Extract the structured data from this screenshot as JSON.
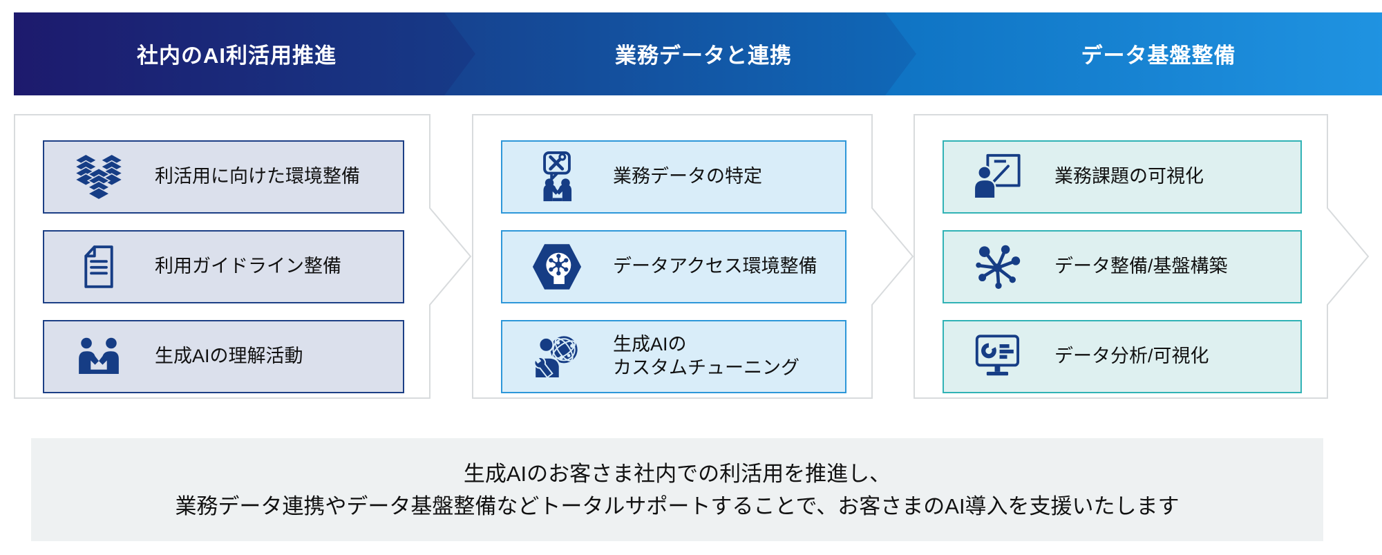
{
  "theme": {
    "banner_gradient_start": "#1d1a6d",
    "banner_gradient_end": "#2196e4",
    "icon_color": "#163d85",
    "panel_outline": "#d8dbdd",
    "footer_bg": "#eef1f2",
    "phase_accents": [
      {
        "card_bg": "#dbe0ec",
        "card_border": "#1c3f85"
      },
      {
        "card_bg": "#d9edf9",
        "card_border": "#2d97d9"
      },
      {
        "card_bg": "#def0f0",
        "card_border": "#30b2b5"
      }
    ]
  },
  "phases": [
    {
      "title": "社内のAI利活用推進",
      "items": [
        {
          "icon": "data-stacks-icon",
          "label": "利活用に向けた環境整備"
        },
        {
          "icon": "guideline-document-icon",
          "label": "利用ガイドライン整備"
        },
        {
          "icon": "people-discussion-icon",
          "label": "生成AIの理解活動"
        }
      ]
    },
    {
      "title": "業務データと連携",
      "items": [
        {
          "icon": "tools-speech-bubble-people-icon",
          "label": "業務データの特定"
        },
        {
          "icon": "ai-head-hexagon-icon",
          "label": "データアクセス環境整備"
        },
        {
          "icon": "person-globe-wrench-icon",
          "label": "生成AIの\nカスタムチューニング"
        }
      ]
    },
    {
      "title": "データ基盤整備",
      "items": [
        {
          "icon": "presenter-whiteboard-icon",
          "label": "業務課題の可視化"
        },
        {
          "icon": "network-hub-icon",
          "label": "データ整備/基盤構築"
        },
        {
          "icon": "monitor-analytics-icon",
          "label": "データ分析/可視化"
        }
      ]
    }
  ],
  "footer": {
    "line1": "生成AIのお客さま社内での利活用を推進し、",
    "line2": "業務データ連携やデータ基盤整備などトータルサポートすることで、お客さまのAI導入を支援いたします"
  }
}
